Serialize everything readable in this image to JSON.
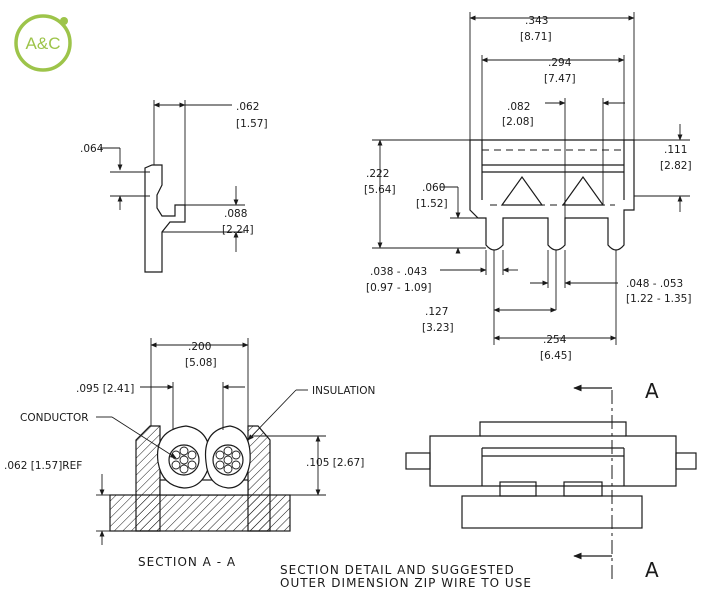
{
  "logo": {
    "text": "A&C",
    "color": "#9dc44a"
  },
  "side_view": {
    "dim_width": ".062",
    "dim_width_mm": "[1.57]",
    "dim_left": ".064",
    "dim_foot": ".088",
    "dim_foot_mm": "[2.24]"
  },
  "front_view": {
    "dim_overall": ".343",
    "dim_overall_mm": "[8.71]",
    "dim_inner": ".294",
    "dim_inner_mm": "[7.47]",
    "dim_tip": ".082",
    "dim_tip_mm": "[2.08]",
    "dim_top": ".111",
    "dim_top_mm": "[2.82]",
    "dim_height": ".222",
    "dim_height_mm": "[5.64]",
    "dim_slot": ".060",
    "dim_slot_mm": "[1.52]",
    "dim_pin": ".038 - .043",
    "dim_pin_mm": "[0.97 - 1.09]",
    "dim_gap": ".048 - .053",
    "dim_gap_mm": "[1.22 - 1.35]",
    "dim_pitch": ".127",
    "dim_pitch_mm": "[3.23]",
    "dim_span": ".254",
    "dim_span_mm": "[6.45]"
  },
  "section_view": {
    "dim_width": ".200",
    "dim_width_mm": "[5.08]",
    "dim_inner": ".095 [2.41]",
    "dim_height": ".105 [2.67]",
    "dim_ref": ".062 [1.57]REF",
    "label_insulation": "INSULATION",
    "label_conductor": "CONDUCTOR",
    "caption": "SECTION A - A"
  },
  "plan_view": {
    "marker_top": "A",
    "marker_bottom": "A",
    "caption_line1": "SECTION DETAIL AND SUGGESTED",
    "caption_line2": "OUTER DIMENSION ZIP WIRE TO USE"
  }
}
